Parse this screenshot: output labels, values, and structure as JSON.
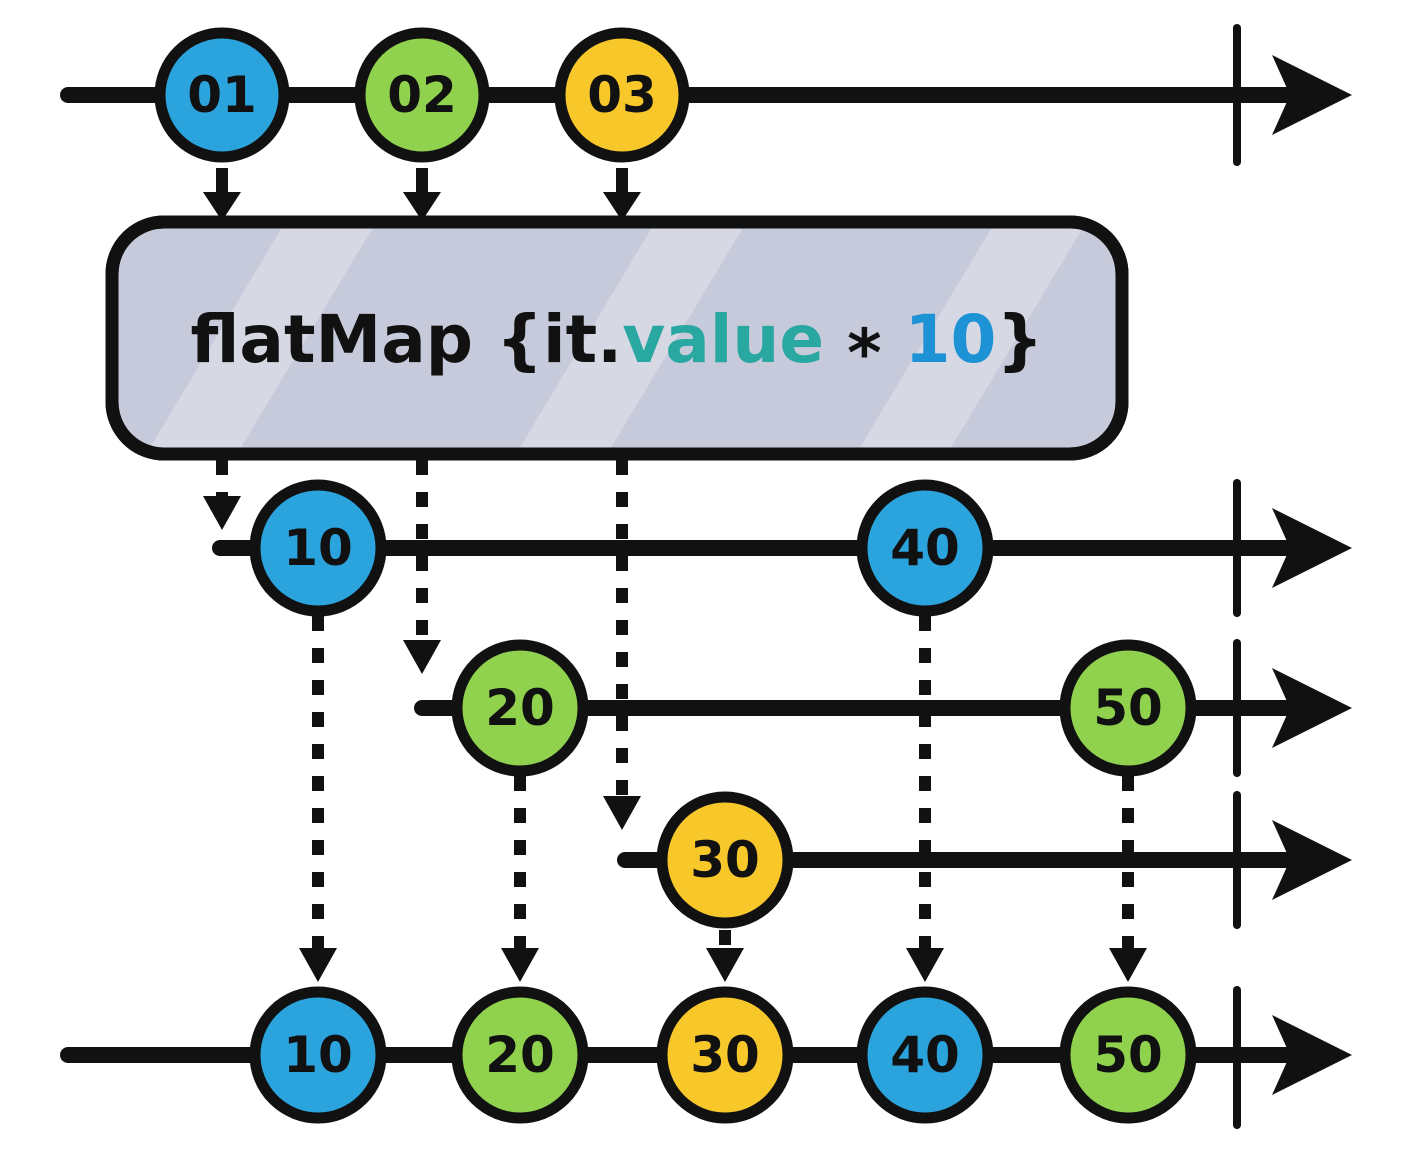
{
  "diagram": {
    "title": "flatMap marble diagram",
    "colors": {
      "blue": "#2ba3dc",
      "green": "#90d14e",
      "yellow": "#f8c82b",
      "stroke": "#111111",
      "box_fill": "#c7cada",
      "box_stripe": "#d6d9e4",
      "value_color": "#29a7a1",
      "factor_color": "#1d93d6"
    },
    "operator": {
      "prefix": "flatMap {it.",
      "value": "value",
      "star": " * ",
      "factor": "10",
      "suffix": "}"
    },
    "source_stream": {
      "marbles": [
        {
          "label": "01",
          "color": "blue"
        },
        {
          "label": "02",
          "color": "green"
        },
        {
          "label": "03",
          "color": "yellow"
        }
      ]
    },
    "inner_streams": [
      {
        "marbles": [
          {
            "label": "10",
            "color": "blue"
          },
          {
            "label": "40",
            "color": "blue"
          }
        ]
      },
      {
        "marbles": [
          {
            "label": "20",
            "color": "green"
          },
          {
            "label": "50",
            "color": "green"
          }
        ]
      },
      {
        "marbles": [
          {
            "label": "30",
            "color": "yellow"
          }
        ]
      }
    ],
    "output_stream": {
      "marbles": [
        {
          "label": "10",
          "color": "blue"
        },
        {
          "label": "20",
          "color": "green"
        },
        {
          "label": "30",
          "color": "yellow"
        },
        {
          "label": "40",
          "color": "blue"
        },
        {
          "label": "50",
          "color": "green"
        }
      ]
    }
  }
}
